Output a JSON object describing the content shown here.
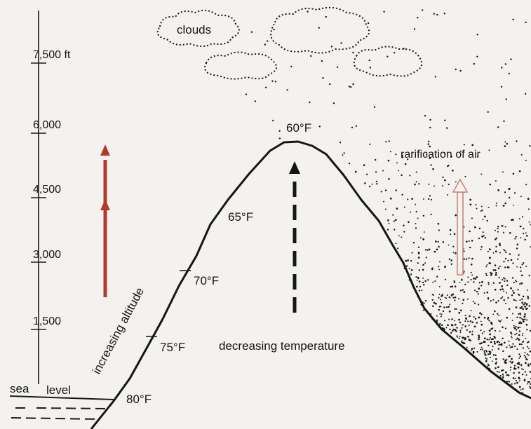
{
  "altitude_scale": {
    "ticks": [
      "7,500 ft",
      "6,000",
      "4,500",
      "3,000",
      "1,500"
    ],
    "sea_level_label": "sea",
    "level_label": "level"
  },
  "labels": {
    "clouds": "clouds",
    "increasing_altitude": "increasing altitude",
    "decreasing_temperature": "decreasing temperature",
    "rarification": "rarification of air"
  },
  "temperatures": [
    "80°F",
    "75°F",
    "70°F",
    "65°F",
    "60°F"
  ],
  "colors": {
    "altitude_arrow": "#b03a2e",
    "ink": "#151515",
    "rarification_arrow": "#e9a9a3"
  }
}
